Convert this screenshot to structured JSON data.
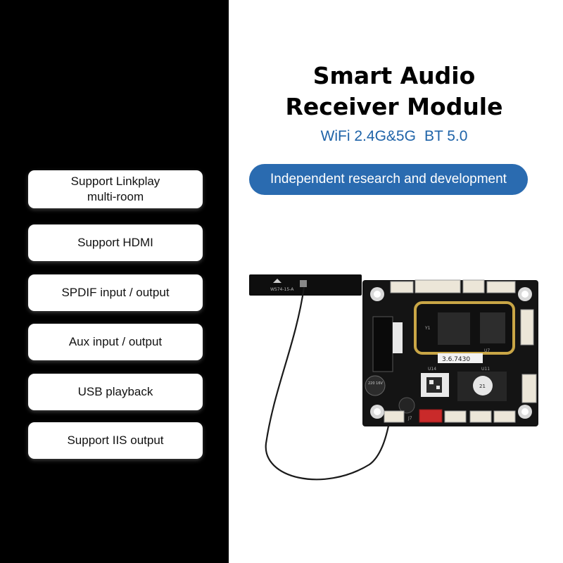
{
  "title": {
    "line1": "Smart Audio",
    "line2": "Receiver Module"
  },
  "subtitle": {
    "wifi": "WiFi 2.4G&5G",
    "bt": "BT 5.0"
  },
  "badge": "Independent research and development",
  "features": [
    {
      "line1": "Support Linkplay",
      "line2": "multi-room"
    },
    {
      "line1": "Support HDMI"
    },
    {
      "line1": "SPDIF input / output"
    },
    {
      "line1": "Aux input / output"
    },
    {
      "line1": "USB playback"
    },
    {
      "line1": "Support IIS output"
    }
  ],
  "board": {
    "antenna_label": "WS74-15-A",
    "module_code": "3.6.7430",
    "u14": "U14",
    "u11": "U11",
    "u7": "U7",
    "j7": "J7",
    "y1": "Y1",
    "ic_label": "21",
    "cap_label": "220 16V"
  },
  "colors": {
    "accent_blue": "#2a6bb0",
    "subtitle_blue": "#1e63a8",
    "pcb_black": "#141414",
    "gold": "#c9a646"
  }
}
